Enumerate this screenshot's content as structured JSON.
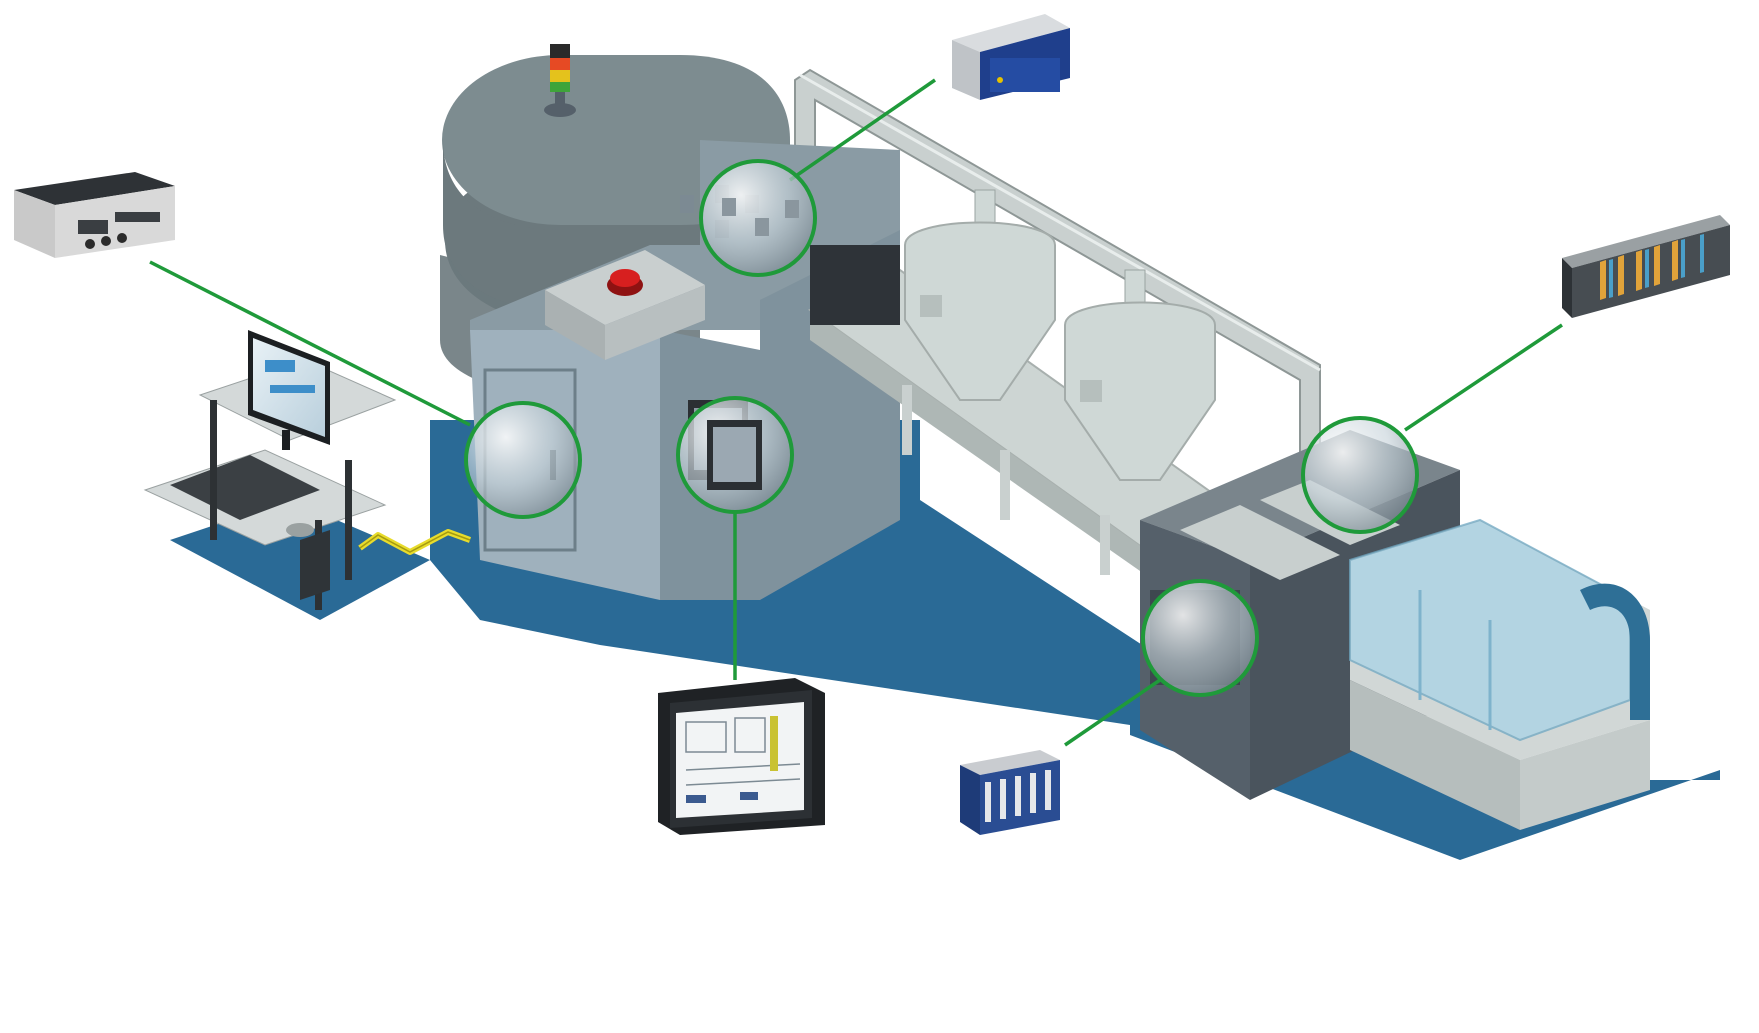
{
  "colors": {
    "floor": "#2a6a96",
    "machine_top": "#8a9ba4",
    "machine_front": "#9fb1bd",
    "machine_side": "#7f929d",
    "tank": "#7d8c90",
    "tank_dark": "#6c797d",
    "hopper": "#cfd8d6",
    "conveyor": "#cdd5d3",
    "frame": "#c9d0cf",
    "dark_box": "#55606a",
    "glass": "#a9d3e6",
    "callout_line": "#1f9a3a",
    "cable": "#e8dc2c",
    "stop_button": "#d71f1f"
  },
  "devices": [
    "embedded-box-pc",
    "remote-io-enclosure",
    "modular-io-rack",
    "operator-workstation",
    "panel-pc-display",
    "compact-io-module"
  ]
}
